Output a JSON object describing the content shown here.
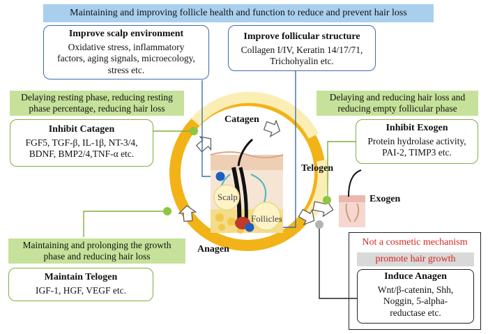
{
  "banner": "Maintaining and improving follicle health and function to reduce and prevent hair loss",
  "scalp_env": {
    "title": "Improve scalp environment",
    "lines": [
      "Oxidative stress, inflammatory",
      "factors, aging signals, microecology,",
      "stress etc."
    ]
  },
  "follicular_structure": {
    "title": "Improve follicular structure",
    "lines": [
      "Collagen I/IV, Keratin 14/17/71,",
      "Trichohyalin etc."
    ]
  },
  "catagen_goal": [
    "Delaying resting phase, reducing resting",
    "phase percentage, reducing hair loss"
  ],
  "exogen_goal": [
    "Delaying and reducing hair loss and",
    "reducing empty follicular phase"
  ],
  "inhibit_catagen": {
    "title": "Inhibit Catagen",
    "lines": [
      "FGF5, TGF-β, IL-1β, NT-3/4,",
      "BDNF, BMP2/4,TNF-α etc."
    ]
  },
  "inhibit_exogen": {
    "title": "Inhibit Exogen",
    "lines": [
      "Protein hydrolase activity,",
      "PAI-2, TIMP3 etc."
    ]
  },
  "anagen_goal": [
    "Maintaining and prolonging the growth",
    "phase and reducing hair loss"
  ],
  "maintain_telogen": {
    "title": "Maintain Telogen",
    "lines": [
      "IGF-1, HGF, VEGF etc."
    ]
  },
  "not_cosmetic": "Not a cosmetic mechanism",
  "promote_growth": "promote hair growth",
  "induce_anagen": {
    "title": "Induce Anagen",
    "lines": [
      "Wnt/β-catenin, Shh,",
      "Noggin, 5-alpha-",
      "reductase etc."
    ]
  },
  "phases": {
    "catagen": "Catagen",
    "telogen": "Telogen",
    "anagen": "Anagen",
    "exogen": "Exogen"
  },
  "illustration": {
    "scalp": "Scalp",
    "follicles": "Follicles"
  },
  "colors": {
    "blue_box": "#3b6bb0",
    "green_box": "#7fae3a",
    "ring": "#f2b318",
    "ring_light": "#fbeeb5",
    "green_dot": "#8dc63f",
    "blue_dot": "#1f5fbf",
    "grey_dot": "#b3b3b3",
    "red_text": "#d9231f"
  }
}
